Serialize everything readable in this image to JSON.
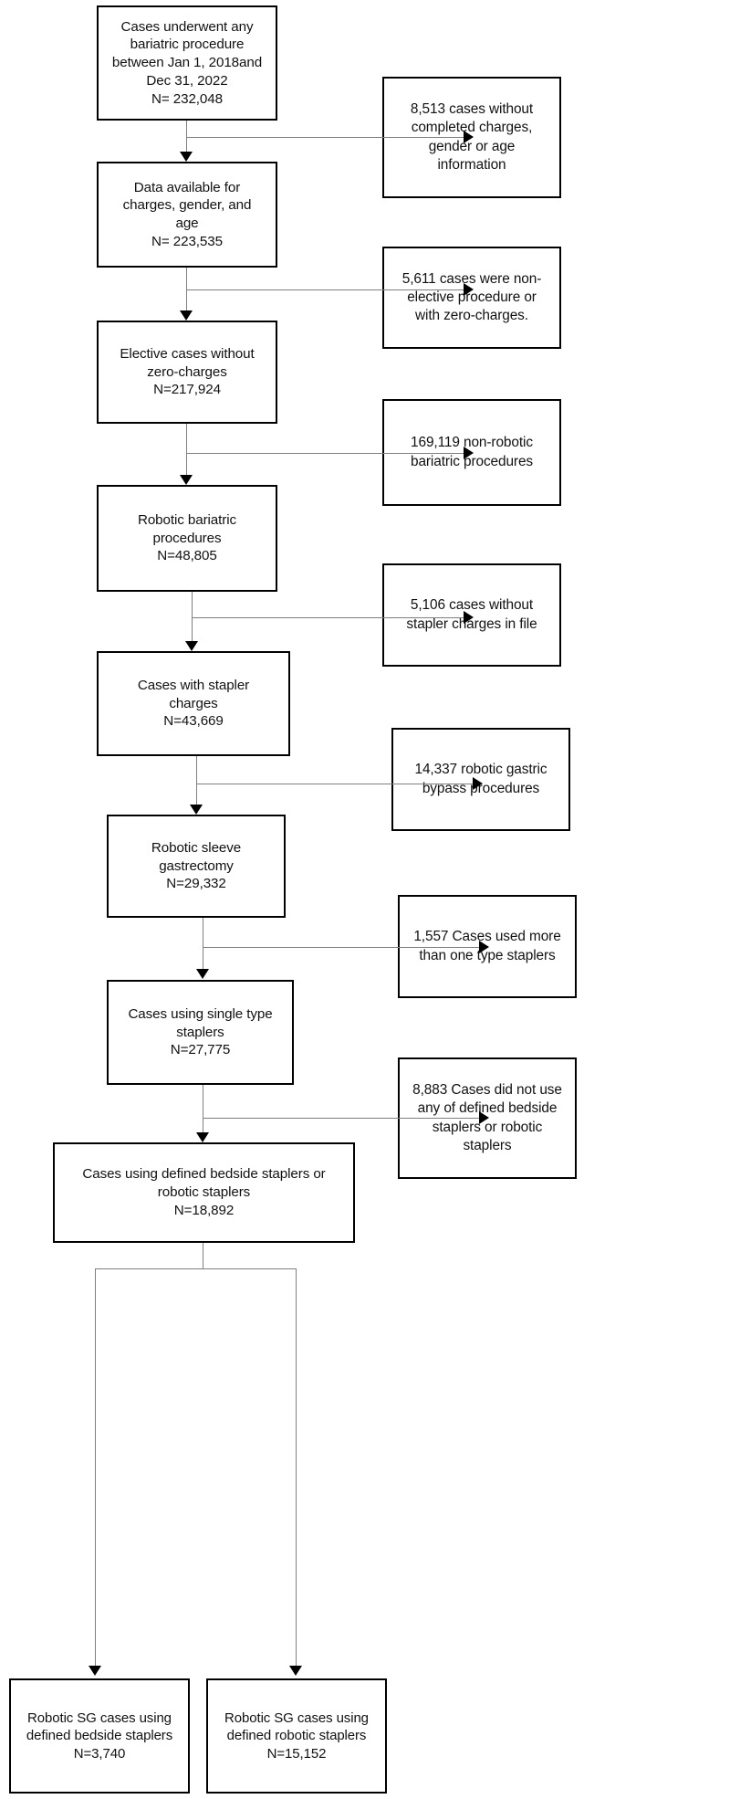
{
  "diagram": {
    "type": "flowchart",
    "title": "Bariatric procedure case selection flow diagram",
    "colors": {
      "box_border": "#000000",
      "connector": "#7f7f7f",
      "arrowhead": "#000000",
      "background": "#ffffff",
      "text": "#111111"
    },
    "main_nodes": [
      {
        "id": "all-cases",
        "text": "Cases underwent any\nbariatric procedure\nbetween Jan 1, 2018and\nDec 31, 2022\nN= 232,048",
        "n_label": "N= 232,048",
        "n_value": 232048
      },
      {
        "id": "data-available",
        "text": "Data available for\ncharges, gender, and\nage\nN= 223,535",
        "n_label": "N= 223,535",
        "n_value": 223535
      },
      {
        "id": "elective-cases",
        "text": "Elective cases without\nzero-charges\nN=217,924",
        "n_label": "N=217,924",
        "n_value": 217924
      },
      {
        "id": "robotic-bariatric",
        "text": "Robotic bariatric\nprocedures\nN=48,805",
        "n_label": "N=48,805",
        "n_value": 48805
      },
      {
        "id": "stapler-charges",
        "text": "Cases with stapler\ncharges\nN=43,669",
        "n_label": "N=43,669",
        "n_value": 43669
      },
      {
        "id": "robotic-sleeve",
        "text": "Robotic sleeve\ngastrectomy\nN=29,332",
        "n_label": "N=29,332",
        "n_value": 29332
      },
      {
        "id": "single-type-staplers",
        "text": "Cases using single type\nstaplers\nN=27,775",
        "n_label": "N=27,775",
        "n_value": 27775
      },
      {
        "id": "defined-staplers",
        "text": "Cases using defined bedside staplers or\nrobotic staplers\nN=18,892",
        "n_label": "N=18,892",
        "n_value": 18892
      }
    ],
    "exclusion_nodes": [
      {
        "id": "excl-missing-info",
        "text": "8,513 cases without\ncompleted charges,\ngender or age\ninformation",
        "n_value": 8513
      },
      {
        "id": "excl-non-elective",
        "text": "5,611 cases were non-\nelective procedure or\nwith zero-charges.",
        "n_value": 5611
      },
      {
        "id": "excl-non-robotic",
        "text": "169,119 non-robotic\nbariatric procedures",
        "n_value": 169119
      },
      {
        "id": "excl-no-stapler-charges",
        "text": "5,106  cases without\nstapler charges in file",
        "n_value": 5106
      },
      {
        "id": "excl-gastric-bypass",
        "text": "14,337 robotic gastric\nbypass procedures",
        "n_value": 14337
      },
      {
        "id": "excl-multi-stapler",
        "text": "1,557 Cases used more\nthan one type staplers",
        "n_value": 1557
      },
      {
        "id": "excl-undefined-staplers",
        "text": "8,883 Cases did not use\nany of defined bedside\nstaplers or robotic\nstaplers",
        "n_value": 8883
      }
    ],
    "terminal_nodes": [
      {
        "id": "terminal-bedside",
        "text": "Robotic SG cases using\ndefined bedside staplers\nN=3,740",
        "n_label": "N=3,740",
        "n_value": 3740
      },
      {
        "id": "terminal-robotic",
        "text": "Robotic SG cases using\ndefined  robotic staplers\nN=15,152",
        "n_label": "N=15,152",
        "n_value": 15152
      }
    ]
  }
}
